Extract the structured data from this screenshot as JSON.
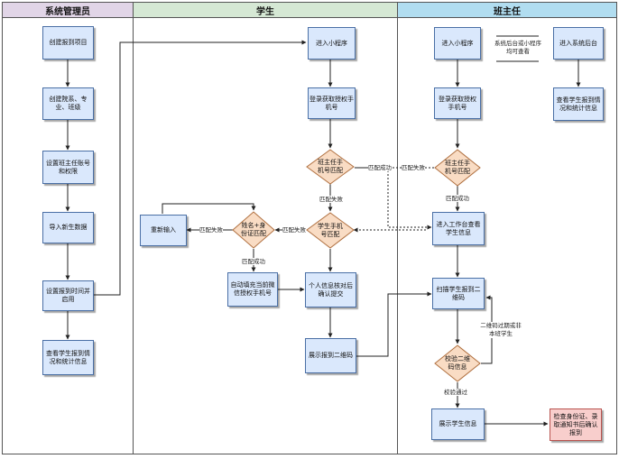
{
  "lanes": {
    "admin": "系统管理员",
    "student": "学生",
    "teacher": "班主任"
  },
  "admin": {
    "create_project": "创建报到项目",
    "create_dept": "创建院系、专业、班级",
    "set_teacher": "设置班主任账号和权限",
    "import_students": "导入新生数据",
    "set_time": "设置报到时间并启用",
    "view_stats": "查看学生报到情况和统计信息"
  },
  "student": {
    "enter_mini": "进入小程序",
    "get_phone": "登录获取授权手机号",
    "teacher_phone_match": "班主任手机号匹配",
    "student_phone_match": "学生手机号匹配",
    "name_id_match": "姓名+身份证匹配",
    "reenter": "重新输入",
    "autofill": "自动填充当前微信授权手机号",
    "confirm_info": "个人信息核对后确认提交",
    "show_qr": "展示报到二维码"
  },
  "teacher": {
    "enter_mini": "进入小程序",
    "note": "系统后台或小程序均可查看",
    "enter_backend": "进入系统后台",
    "get_phone": "登录获取授权手机号",
    "view_stats": "查看学生报到情况和统计信息",
    "phone_match": "班主任手机号匹配",
    "enter_workbench": "进入工作台查看学生信息",
    "scan_qr": "扫描学生报到二维码",
    "verify_qr": "校验二维码信息",
    "show_student": "展示学生信息",
    "check_id": "检查身份证、录取通知书后确认报到"
  },
  "edge_labels": {
    "match_fail_1": "匹配失败",
    "match_success_1": "匹配成功",
    "match_fail_2": "匹配失败",
    "match_fail_3": "匹配失败",
    "match_fail_4": "匹配失败",
    "match_success_2": "匹配成功",
    "match_success_3": "匹配成功",
    "qr_expired": "二维码过期或非本班学生",
    "verify_pass": "校验通过"
  },
  "colors": {
    "admin_header": "#e1d5e7",
    "student_header": "#d5e8d4",
    "teacher_header": "#b1ddf0",
    "box_fill": "#dae8fc",
    "diamond_fill": "#f9dcc4",
    "final_fill": "#f8cecc"
  }
}
